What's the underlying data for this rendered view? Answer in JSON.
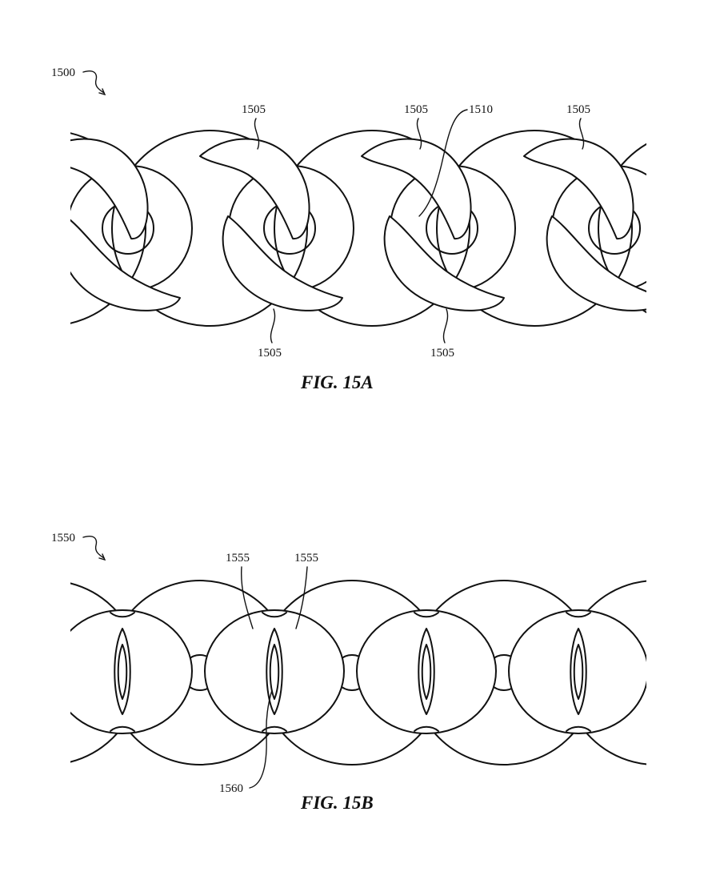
{
  "figure_a": {
    "caption": "FIG. 15A",
    "ref_overall": "1500",
    "ref_link": "1505",
    "ref_feature": "1510"
  },
  "figure_b": {
    "caption": "FIG. 15B",
    "ref_overall": "1550",
    "ref_link": "1555",
    "ref_slot": "1560"
  }
}
